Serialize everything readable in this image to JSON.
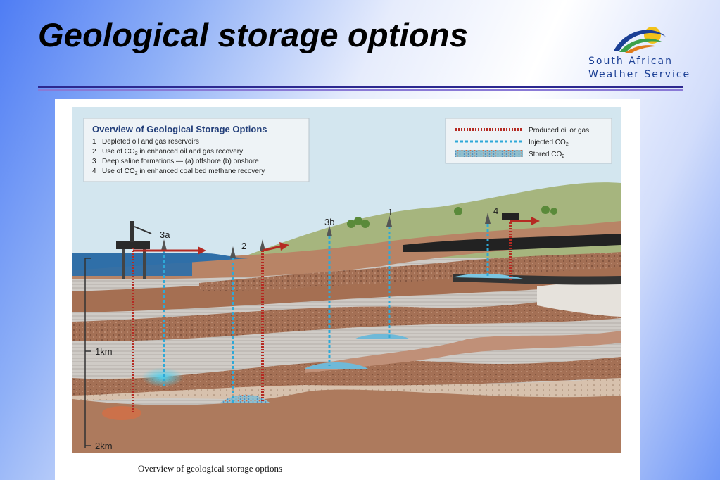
{
  "slide": {
    "title": "Geological storage options"
  },
  "logo": {
    "line1": "South African",
    "line2": "Weather Service"
  },
  "diagram": {
    "heading": "Overview of Geological Storage Options",
    "options": [
      {
        "num": "1",
        "text": "Depleted oil and gas reservoirs"
      },
      {
        "num": "2",
        "pre": "Use of CO",
        "sub": "2",
        "post": " in enhanced oil and gas recovery"
      },
      {
        "num": "3",
        "text": "Deep saline formations — (a) offshore (b) onshore"
      },
      {
        "num": "4",
        "pre": "Use of CO",
        "sub": "2",
        "post": " in enhanced coal bed methane recovery"
      }
    ],
    "legend": [
      {
        "label": "Produced oil or gas"
      },
      {
        "pre": "Injected CO",
        "sub": "2"
      },
      {
        "pre": "Stored CO",
        "sub": "2"
      }
    ],
    "site_labels": [
      "3a",
      "2",
      "3b",
      "1",
      "4"
    ],
    "depth_labels": [
      "1km",
      "2km"
    ],
    "colors": {
      "produced": "#b52a22",
      "injected": "#2ea9d8",
      "sea": "#2f6fa8",
      "sky": "#d3e6ef"
    }
  },
  "caption": "Overview of geological storage options"
}
